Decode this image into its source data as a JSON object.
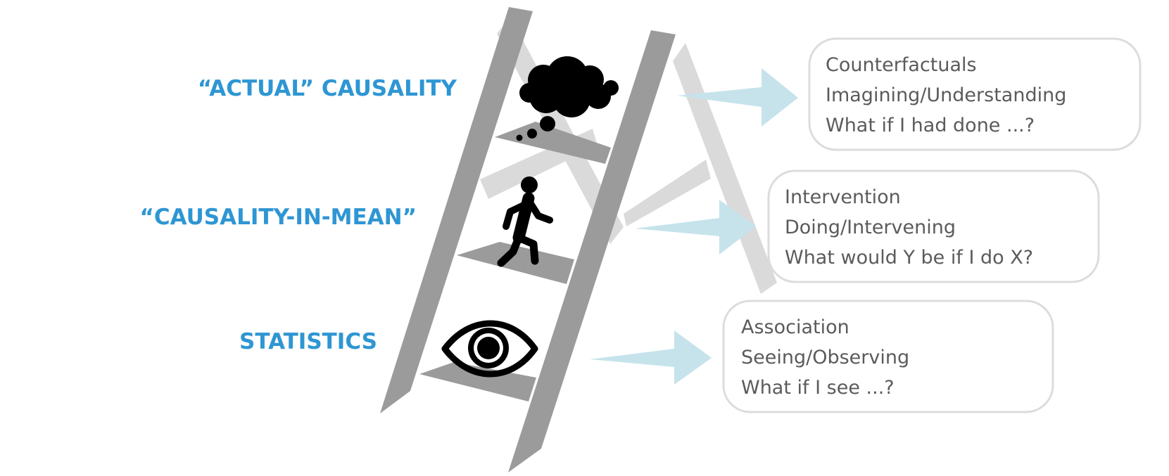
{
  "levels": [
    {
      "label": "“ACTUAL” CAUSALITY",
      "icon": "thought-cloud-icon",
      "lines": [
        "Counterfactuals",
        "Imagining/Understanding",
        "What if I had done ...?"
      ]
    },
    {
      "label": "“CAUSALITY-IN-MEAN”",
      "icon": "walking-person-icon",
      "lines": [
        "Intervention",
        "Doing/Intervening",
        "What would Y be if I do X?"
      ]
    },
    {
      "label": "STATISTICS",
      "icon": "eye-icon",
      "lines": [
        "Association",
        "Seeing/Observing",
        "What if I see ...?"
      ]
    }
  ],
  "colors": {
    "label": "#2e96d3",
    "ladder_front": "#9b9b9b",
    "ladder_back": "#dadada",
    "arrow": "#c6e3ec",
    "box_border": "#dcdcdc",
    "box_text": "#5b5b5b",
    "icon": "#000000"
  }
}
